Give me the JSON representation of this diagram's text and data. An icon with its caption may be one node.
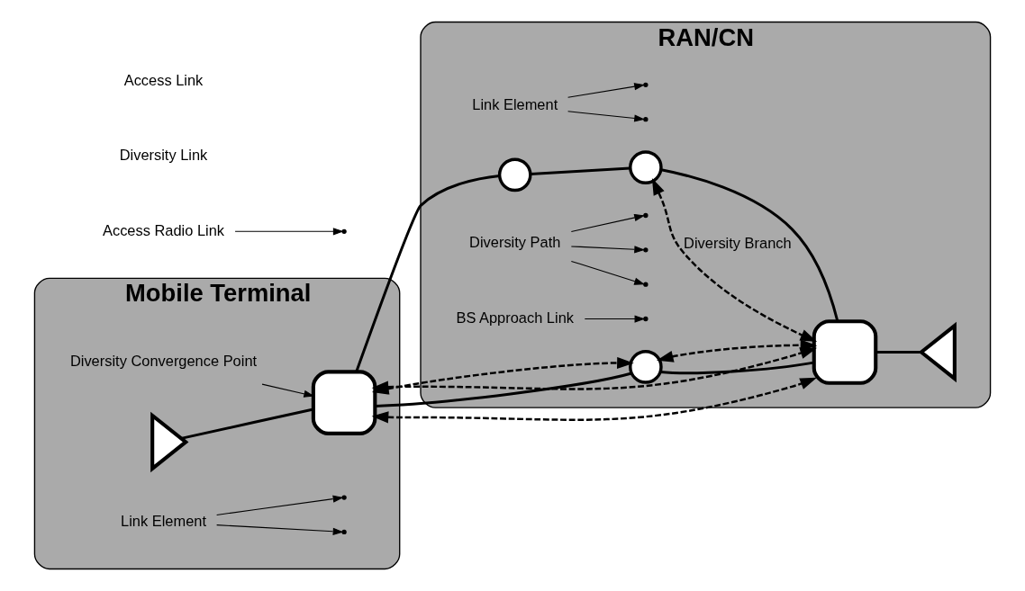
{
  "diagram": {
    "nodes": [
      {
        "text": [
          "Mobile Terminal"
        ]
      },
      {
        "text": [
          "RAN/CN"
        ]
      },
      {
        "text": [],
        "shape": "triangle",
        "in": 0
      },
      {
        "text": [],
        "shape": "box",
        "in": 0
      },
      {
        "text": [
          "Link Element"
        ],
        "in": 0
      },
      {
        "text": [
          "Diversity Convergence Point"
        ],
        "in": 0
      },
      {
        "text": [
          "Link Element"
        ],
        "in": 1
      },
      {
        "text": [],
        "shape": "circle",
        "in": 1
      },
      {
        "text": [],
        "shape": "circle",
        "in": 1
      },
      {
        "text": [
          "Diversity Path"
        ],
        "in": 1
      },
      {
        "text": [],
        "shape": "circle",
        "in": 1
      },
      {
        "text": [],
        "shape": "box",
        "in": 1
      },
      {
        "text": [],
        "shape": "triangle",
        "in": 1
      },
      {
        "text": [
          "BS Approach Link"
        ],
        "in": 1
      },
      {
        "text": [
          "Access Radio Link"
        ]
      }
    ],
    "edges": [
      {
        "from": 2,
        "to": 3,
        "arrow": "none"
      },
      {
        "from": 3,
        "to": 7,
        "arrow": "none"
      },
      {
        "from": 3,
        "to": 10,
        "arrow": "none"
      },
      {
        "from": 7,
        "to": 8,
        "arrow": "none"
      },
      {
        "from": 8,
        "to": 11,
        "arrow": "none"
      },
      {
        "from": 10,
        "to": 11,
        "arrow": "none"
      },
      {
        "from": 11,
        "to": 12,
        "arrow": "none"
      },
      {
        "from": 8,
        "to": 11,
        "arrow": "both",
        "style": "dashed",
        "label": "Diversity Branch"
      },
      {
        "from": 3,
        "to": 11,
        "arrow": "both",
        "style": "dashed"
      },
      {
        "from": 3,
        "to": 11,
        "arrow": "both",
        "style": "dashed"
      },
      {
        "from": 3,
        "to": 10,
        "arrow": "both",
        "style": "dashed"
      },
      {
        "from": 10,
        "to": 11,
        "arrow": "both",
        "style": "dashed"
      },
      {
        "from": 4,
        "to": null,
        "arrow": "to"
      },
      {
        "from": 4,
        "to": null,
        "arrow": "to"
      },
      {
        "from": 5,
        "to": 3,
        "arrow": "to"
      },
      {
        "from": 6,
        "to": null,
        "arrow": "to"
      },
      {
        "from": 6,
        "to": null,
        "arrow": "to"
      },
      {
        "from": 9,
        "to": null,
        "arrow": "to"
      },
      {
        "from": 9,
        "to": null,
        "arrow": "to"
      },
      {
        "from": 9,
        "to": null,
        "arrow": "to"
      },
      {
        "from": 14,
        "to": null,
        "arrow": "to"
      },
      {
        "from": 13,
        "to": null,
        "arrow": "to"
      }
    ],
    "labels": [
      "Diversity Link",
      "Access Link"
    ]
  }
}
